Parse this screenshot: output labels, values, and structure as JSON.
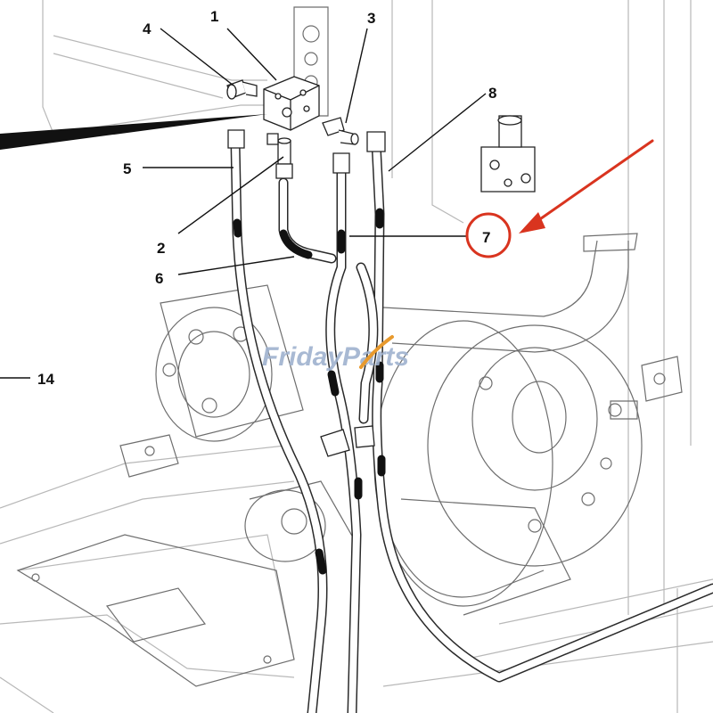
{
  "diagram": {
    "callouts": {
      "c1": "1",
      "c2": "2",
      "c3": "3",
      "c4": "4",
      "c5": "5",
      "c6": "6",
      "c7": "7",
      "c8": "8",
      "c14": "14"
    },
    "watermark": "FridayParts",
    "colors": {
      "highlight": "#d9341f",
      "watermark": "#9fb2cf",
      "line": "#222222",
      "faint_line": "#b8b8b8"
    }
  }
}
